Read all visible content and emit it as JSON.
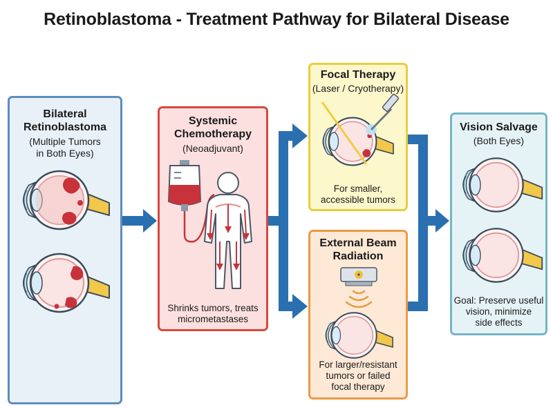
{
  "title": "Retinoblastoma - Treatment Pathway for Bilateral Disease",
  "colors": {
    "arrow": "#2a6fb0",
    "box_blue_border": "#5c8dbd",
    "box_red_border": "#d9473f",
    "box_yellow_border": "#e8cd3e",
    "box_orange_border": "#ea9a45",
    "box_teal_border": "#76b4c6",
    "tumor": "#c8323a"
  },
  "boxes": {
    "bilateral": {
      "heading": [
        "Bilateral",
        "Retinoblastoma"
      ],
      "subheading": [
        "(Multiple Tumors",
        "in Both Eyes)"
      ]
    },
    "chemo": {
      "heading": [
        "Systemic",
        "Chemotherapy"
      ],
      "subheading": "(Neoadjuvant)",
      "note": [
        "Shrinks tumors, treats",
        "micrometastases"
      ]
    },
    "focal": {
      "heading": "Focal Therapy",
      "subheading": "(Laser / Cryotherapy)",
      "note": [
        "For smaller,",
        "accessible tumors"
      ]
    },
    "radiation": {
      "heading": [
        "External Beam",
        "Radiation"
      ],
      "note": [
        "For larger/resistant",
        "tumors or failed",
        "focal therapy"
      ]
    },
    "salvage": {
      "heading": "Vision Salvage",
      "subheading": "(Both Eyes)",
      "note": [
        "Goal: Preserve useful",
        "vision, minimize",
        "side effects"
      ]
    }
  },
  "icons": [
    "eye-with-tumors-icon",
    "iv-bag-icon",
    "human-body-icon",
    "laser-probe-icon",
    "radiation-machine-icon",
    "radiation-waves-icon",
    "healthy-eye-icon"
  ]
}
